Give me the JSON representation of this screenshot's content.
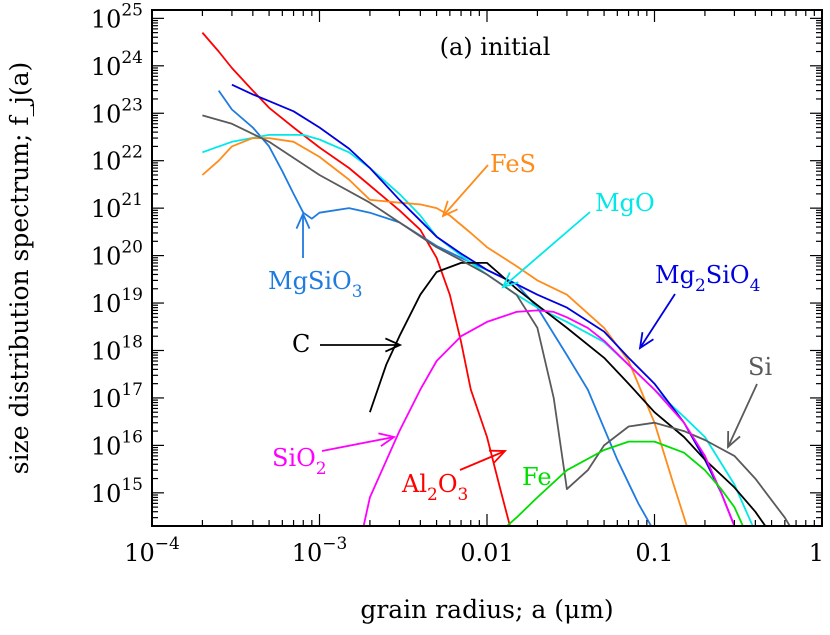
{
  "chart_data": {
    "type": "line",
    "title": "(a) initial",
    "xlabel": "grain radius; a (μm)",
    "ylabel": "size distribution spectrum; f_j(a)",
    "xscale": "log",
    "yscale": "log",
    "xlim": [
      0.0001,
      1
    ],
    "ylim": [
      200000000000000.0,
      1.5e+25
    ],
    "x_ticks": [
      {
        "value": 0.0001,
        "label_base": "10",
        "label_exp": "−4"
      },
      {
        "value": 0.001,
        "label_base": "10",
        "label_exp": "−3"
      },
      {
        "value": 0.01,
        "label_base": "0.01",
        "label_exp": ""
      },
      {
        "value": 0.1,
        "label_base": "0.1",
        "label_exp": ""
      },
      {
        "value": 1,
        "label_base": "1",
        "label_exp": ""
      }
    ],
    "y_ticks": [
      {
        "value": 1000000000000000.0,
        "label_base": "10",
        "label_exp": "15"
      },
      {
        "value": 1e+16,
        "label_base": "10",
        "label_exp": "16"
      },
      {
        "value": 1e+17,
        "label_base": "10",
        "label_exp": "17"
      },
      {
        "value": 1e+18,
        "label_base": "10",
        "label_exp": "18"
      },
      {
        "value": 1e+19,
        "label_base": "10",
        "label_exp": "19"
      },
      {
        "value": 1e+20,
        "label_base": "10",
        "label_exp": "20"
      },
      {
        "value": 1e+21,
        "label_base": "10",
        "label_exp": "21"
      },
      {
        "value": 1e+22,
        "label_base": "10",
        "label_exp": "22"
      },
      {
        "value": 1e+23,
        "label_base": "10",
        "label_exp": "23"
      },
      {
        "value": 1e+24,
        "label_base": "10",
        "label_exp": "24"
      },
      {
        "value": 1e+25,
        "label_base": "10",
        "label_exp": "25"
      }
    ],
    "grid": false,
    "legend": "none",
    "series": [
      {
        "id": "Al2O3",
        "color": "#ff0000",
        "x": [
          0.0002,
          0.00025,
          0.0003,
          0.0004,
          0.0005,
          0.0007,
          0.001,
          0.0015,
          0.002,
          0.003,
          0.004,
          0.005,
          0.006,
          0.007,
          0.008,
          0.01,
          0.012,
          0.014
        ],
        "y": [
          5e+24,
          2e+24,
          9e+23,
          3e+23,
          1.3e+23,
          5e+22,
          1.9e+22,
          7e+21,
          3e+21,
          9e+20,
          3.5e+20,
          9e+19,
          1.5e+19,
          1.5e+18,
          1.5e+17,
          1.5e+16,
          1200000000000000.0,
          150000000000000.0
        ]
      },
      {
        "id": "MgSiO3",
        "color": "#1e7be0",
        "x": [
          0.00025,
          0.0003,
          0.0004,
          0.0005,
          0.0006,
          0.0007,
          0.0008,
          0.0009,
          0.001,
          0.0015,
          0.002,
          0.003,
          0.005,
          0.007,
          0.01,
          0.015,
          0.02,
          0.03,
          0.04,
          0.06,
          0.08,
          0.1
        ],
        "y": [
          3e+23,
          1.2e+23,
          5e+22,
          2e+22,
          6e+21,
          2e+21,
          8e+20,
          6e+20,
          8e+20,
          1e+21,
          8e+20,
          5e+20,
          1.6e+20,
          9e+19,
          5e+19,
          2.5e+19,
          8e+18,
          8e+17,
          1.5e+17,
          5000000000000000.0,
          600000000000000.0,
          150000000000000.0
        ]
      },
      {
        "id": "MgO",
        "color": "#00e8e8",
        "x": [
          0.0002,
          0.0003,
          0.0005,
          0.0008,
          0.001,
          0.0015,
          0.002,
          0.003,
          0.004,
          0.005,
          0.007,
          0.01,
          0.015,
          0.02,
          0.03,
          0.05,
          0.07,
          0.1,
          0.15,
          0.2,
          0.3,
          0.4
        ],
        "y": [
          1.5e+22,
          2.5e+22,
          3.5e+22,
          3.5e+22,
          2.8e+22,
          1.5e+22,
          7e+21,
          2e+21,
          7e+20,
          2.5e+20,
          1e+20,
          4e+19,
          1.5e+19,
          8e+18,
          4e+18,
          1.5e+18,
          5e+17,
          1.5e+17,
          4e+16,
          1.5e+16,
          1500000000000000.0,
          150000000000000.0
        ]
      },
      {
        "id": "FeS",
        "color": "#ff8c1a",
        "x": [
          0.0002,
          0.00025,
          0.0003,
          0.0004,
          0.0005,
          0.0007,
          0.001,
          0.0015,
          0.002,
          0.003,
          0.004,
          0.005,
          0.006,
          0.008,
          0.01,
          0.015,
          0.02,
          0.03,
          0.05,
          0.07,
          0.1,
          0.13,
          0.16
        ],
        "y": [
          5e+21,
          1e+22,
          2e+22,
          3e+22,
          3e+22,
          2.5e+22,
          1.2e+22,
          4e+21,
          1.5e+21,
          1.3e+21,
          1.2e+21,
          1e+21,
          7e+20,
          3e+20,
          1.5e+20,
          6e+19,
          3e+19,
          1.5e+19,
          3e+18,
          6e+17,
          3e+16,
          1500000000000000.0,
          150000000000000.0
        ]
      },
      {
        "id": "Mg2SiO4",
        "color": "#0000e0",
        "x": [
          0.0003,
          0.0004,
          0.0005,
          0.0007,
          0.001,
          0.0015,
          0.002,
          0.003,
          0.005,
          0.007,
          0.01,
          0.015,
          0.02,
          0.03,
          0.05,
          0.07,
          0.1,
          0.15,
          0.2,
          0.25,
          0.3,
          0.4
        ],
        "y": [
          4e+23,
          2.5e+23,
          1.8e+23,
          1.1e+23,
          5e+22,
          1.8e+22,
          7e+21,
          1.5e+21,
          2.5e+20,
          1.1e+20,
          5e+19,
          2.5e+19,
          1.5e+19,
          8e+18,
          2.5e+18,
          7e+17,
          2e+17,
          3e+16,
          5000000000000000.0,
          1000000000000000.0,
          200000000000000.0,
          10000000000000.0
        ]
      },
      {
        "id": "C",
        "color": "#000000",
        "x": [
          0.002,
          0.0025,
          0.003,
          0.004,
          0.005,
          0.007,
          0.01,
          0.012,
          0.015,
          0.02,
          0.03,
          0.05,
          0.07,
          0.1,
          0.15,
          0.2,
          0.3,
          0.4,
          0.5
        ],
        "y": [
          5e+16,
          5e+17,
          2e+18,
          1.5e+19,
          4.5e+19,
          7e+19,
          7e+19,
          4e+19,
          2e+19,
          9e+18,
          3e+18,
          7e+17,
          2e+17,
          5e+16,
          1.5e+16,
          5000000000000000.0,
          1300000000000000.0,
          400000000000000.0,
          130000000000000.0
        ]
      },
      {
        "id": "Si",
        "color": "#5a5a5a",
        "x": [
          0.0002,
          0.0003,
          0.0005,
          0.001,
          0.002,
          0.003,
          0.005,
          0.007,
          0.01,
          0.015,
          0.02,
          0.025,
          0.03,
          0.04,
          0.05,
          0.07,
          0.1,
          0.15,
          0.2,
          0.3,
          0.4,
          0.5,
          0.6,
          0.7
        ],
        "y": [
          9e+22,
          6e+22,
          2.5e+22,
          5e+21,
          1.3e+21,
          5e+20,
          1.5e+20,
          8e+19,
          4e+19,
          1.5e+19,
          3e+18,
          1e+17,
          1200000000000000.0,
          3000000000000000.0,
          1e+16,
          2.5e+16,
          3e+16,
          2e+16,
          1.3e+16,
          6000000000000000.0,
          2000000000000000.0,
          700000000000000.0,
          300000000000000.0,
          120000000000000.0
        ]
      },
      {
        "id": "SiO2",
        "color": "#ff00ff",
        "x": [
          0.0018,
          0.002,
          0.003,
          0.004,
          0.005,
          0.007,
          0.01,
          0.015,
          0.02,
          0.025,
          0.03,
          0.04,
          0.05,
          0.07,
          0.1,
          0.15,
          0.2,
          0.25,
          0.3
        ],
        "y": [
          150000000000000.0,
          800000000000000.0,
          2e+16,
          1.5e+17,
          6e+17,
          2e+18,
          4e+18,
          6.5e+18,
          7e+18,
          6.5e+18,
          5e+18,
          3e+18,
          1.6e+18,
          5e+17,
          1.5e+17,
          3e+16,
          6000000000000000.0,
          1000000000000000.0,
          200000000000000.0
        ]
      },
      {
        "id": "Fe",
        "color": "#00dd00",
        "x": [
          0.012,
          0.015,
          0.02,
          0.03,
          0.05,
          0.07,
          0.1,
          0.15,
          0.2,
          0.25,
          0.3,
          0.35
        ],
        "y": [
          150000000000000.0,
          300000000000000.0,
          800000000000000.0,
          3000000000000000.0,
          8000000000000000.0,
          1.2e+16,
          1.2e+16,
          7000000000000000.0,
          3000000000000000.0,
          1200000000000000.0,
          500000000000000.0,
          150000000000000.0
        ]
      }
    ],
    "annotations": [
      {
        "id": "FeS",
        "color": "#ff8c1a",
        "base": "FeS",
        "sub1": "",
        "tail": "",
        "sub2": ""
      },
      {
        "id": "MgO",
        "color": "#00e8e8",
        "base": "MgO",
        "sub1": "",
        "tail": "",
        "sub2": ""
      },
      {
        "id": "MgSiO3",
        "color": "#1e7be0",
        "base": "MgSiO",
        "sub1": "3",
        "tail": "",
        "sub2": ""
      },
      {
        "id": "Mg2SiO4",
        "color": "#0000e0",
        "base": "Mg",
        "sub1": "2",
        "tail": "SiO",
        "sub2": "4"
      },
      {
        "id": "C",
        "color": "#000000",
        "base": "C",
        "sub1": "",
        "tail": "",
        "sub2": ""
      },
      {
        "id": "Si",
        "color": "#5a5a5a",
        "base": "Si",
        "sub1": "",
        "tail": "",
        "sub2": ""
      },
      {
        "id": "SiO2",
        "color": "#ff00ff",
        "base": "SiO",
        "sub1": "2",
        "tail": "",
        "sub2": ""
      },
      {
        "id": "Al2O3",
        "color": "#ff0000",
        "base": "Al",
        "sub1": "2",
        "tail": "O",
        "sub2": "3"
      },
      {
        "id": "Fe",
        "color": "#00dd00",
        "base": "Fe",
        "sub1": "",
        "tail": "",
        "sub2": ""
      }
    ]
  }
}
